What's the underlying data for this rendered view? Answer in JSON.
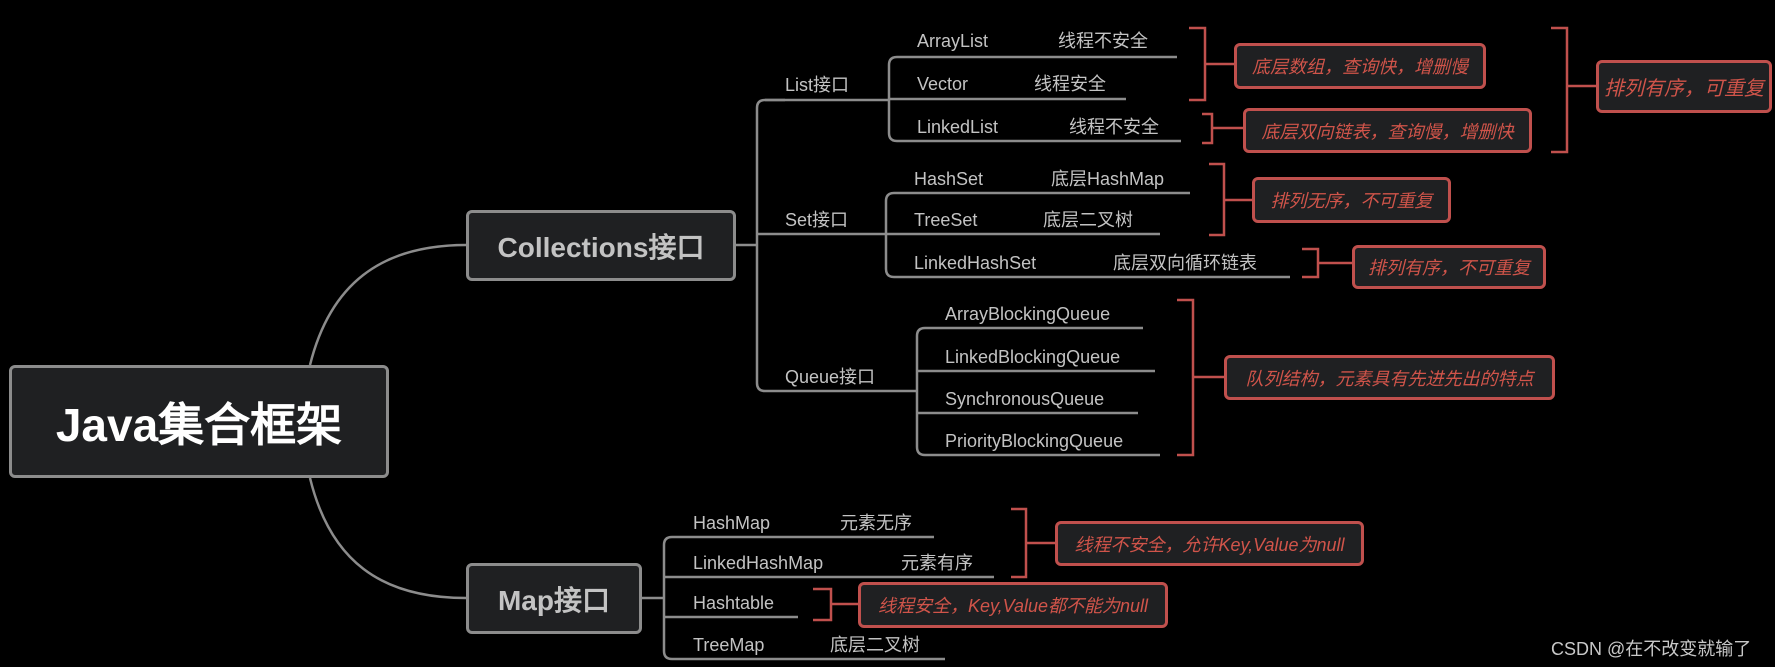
{
  "root": "Java集合框架",
  "collections": {
    "title": "Collections接口",
    "list": {
      "label": "List接口",
      "items": [
        {
          "name": "ArrayList",
          "value": "线程不安全"
        },
        {
          "name": "Vector",
          "value": "线程安全"
        },
        {
          "name": "LinkedList",
          "value": "线程不安全"
        }
      ]
    },
    "set": {
      "label": "Set接口",
      "items": [
        {
          "name": "HashSet",
          "value": "底层HashMap"
        },
        {
          "name": "TreeSet",
          "value": "底层二叉树"
        },
        {
          "name": "LinkedHashSet",
          "value": "底层双向循环链表"
        }
      ]
    },
    "queue": {
      "label": "Queue接口",
      "items": [
        {
          "name": "ArrayBlockingQueue"
        },
        {
          "name": "LinkedBlockingQueue"
        },
        {
          "name": "SynchronousQueue"
        },
        {
          "name": "PriorityBlockingQueue"
        }
      ]
    }
  },
  "map": {
    "title": "Map接口",
    "items": [
      {
        "name": "HashMap",
        "value": "元素无序"
      },
      {
        "name": "LinkedHashMap",
        "value": "元素有序"
      },
      {
        "name": "Hashtable"
      },
      {
        "name": "TreeMap",
        "value": "底层二叉树"
      }
    ]
  },
  "callouts": {
    "array_vector": "底层数组，查询快，增删慢",
    "linkedlist": "底层双向链表，查询慢，增删快",
    "list_all": "排列有序，可重复",
    "hash_tree_set": "排列无序，不可重复",
    "linkedhashset": "排列有序，不可重复",
    "queue": "队列结构，元素具有先进先出的特点",
    "hashmap_linked": "线程不安全，允许Key,Value为null",
    "hashtable": "线程安全，Key,Value都不能为null"
  },
  "watermark": "CSDN @在不改变就输了",
  "colors": {
    "background": "#000000",
    "node_border": "#8c8c8c",
    "callout": "#c0504d"
  }
}
